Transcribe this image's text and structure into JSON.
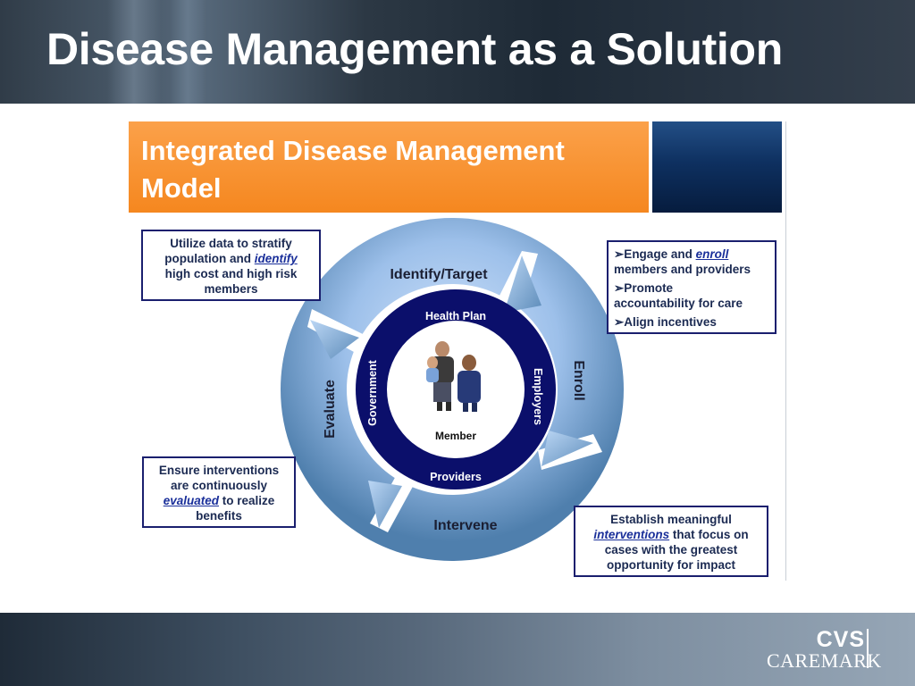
{
  "slide": {
    "title": "Disease Management as a Solution"
  },
  "figure": {
    "banner_title": "Integrated Disease Management Model",
    "phases": {
      "identify": "Identify/Target",
      "enroll": "Enroll",
      "intervene": "Intervene",
      "evaluate": "Evaluate"
    },
    "stakeholders": {
      "health_plan": "Health Plan",
      "employers": "Employers",
      "providers": "Providers",
      "government": "Government"
    },
    "member_label": "Member",
    "callouts": {
      "identify": {
        "pre": "Utilize data to stratify",
        "line2a": "population and ",
        "em": "identify",
        "line3": "high cost and high risk",
        "line4": "members"
      },
      "enroll": {
        "b1a": "➢Engage and ",
        "b1em": "enroll",
        "b1b": "members and providers",
        "b2a": "➢Promote",
        "b2b": "accountability for care",
        "b3": "➢Align incentives"
      },
      "evaluate": {
        "l1": "Ensure interventions",
        "l2": "are continuously",
        "em": "evaluated",
        "l3": " to realize",
        "l4": "benefits"
      },
      "intervene": {
        "l1": "Establish meaningful",
        "em": "interventions",
        "l2": " that focus on",
        "l3": "cases with the greatest",
        "l4": "opportunity for impact"
      }
    }
  },
  "logo": {
    "line1": "CVS",
    "line2": "CAREMARK"
  },
  "colors": {
    "navy": "#0b0f6b",
    "orange": "#f5871f",
    "ring_light": "#a7c8ef",
    "ring_dark": "#3f6e9c"
  }
}
